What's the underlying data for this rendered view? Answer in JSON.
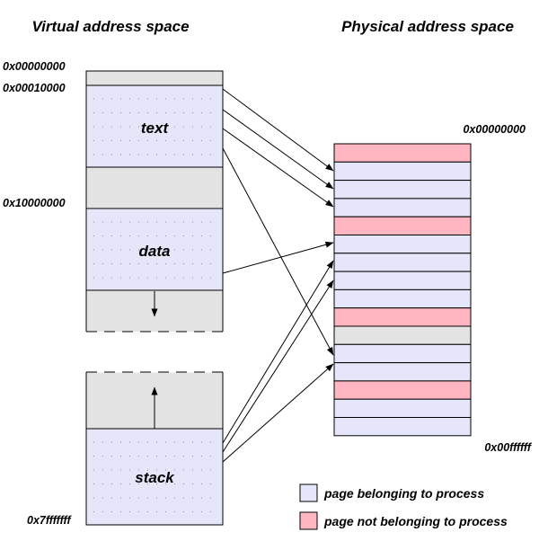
{
  "titles": {
    "virtual": "Virtual address space",
    "physical": "Physical address space"
  },
  "virtual_addresses": {
    "a0": "0x00000000",
    "a1": "0x00010000",
    "a2": "0x10000000",
    "a3": "0x7fffffff"
  },
  "segments": {
    "text": "text",
    "data": "data",
    "stack": "stack"
  },
  "physical_addresses": {
    "top": "0x00000000",
    "bottom": "0x00ffffff"
  },
  "physical_frames": [
    "not_owned",
    "owned",
    "owned",
    "owned",
    "not_owned",
    "owned",
    "owned",
    "owned",
    "owned",
    "not_owned",
    "gap",
    "unused",
    "owned",
    "owned",
    "not_owned",
    "owned",
    "owned"
  ],
  "legend": {
    "owned": "page belonging to process",
    "not_owned": "page not belonging to process"
  },
  "colors": {
    "owned": "#e6e6fa",
    "not_owned": "#ffb6c1",
    "unused": "#e3e3e3"
  }
}
